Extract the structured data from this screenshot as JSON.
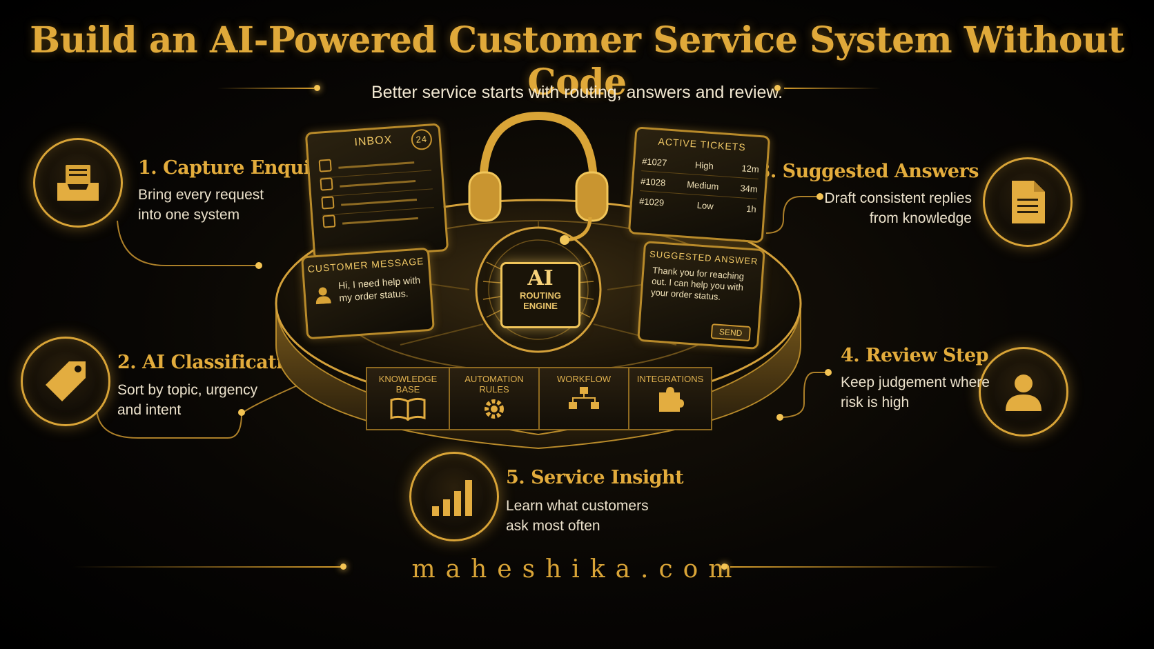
{
  "title": "Build an AI-Powered Customer Service System Without Code",
  "subtitle": "Better service starts with routing, answers and review.",
  "steps": [
    {
      "title": "1. Capture Enquiries",
      "desc_line1": "Bring every request",
      "desc_line2": "into one system",
      "icon": "inbox-tray-icon"
    },
    {
      "title": "2. AI Classification",
      "desc_line1": "Sort by topic, urgency",
      "desc_line2": "and intent",
      "icon": "tag-icon"
    },
    {
      "title": "3. Suggested Answers",
      "desc_line1": "Draft consistent replies",
      "desc_line2": "from knowledge",
      "icon": "document-icon"
    },
    {
      "title": "4. Review Step",
      "desc_line1": "Keep judgement where",
      "desc_line2": "risk is high",
      "icon": "person-icon"
    },
    {
      "title": "5. Service Insight",
      "desc_line1": "Learn what customers",
      "desc_line2": "ask most often",
      "icon": "bar-chart-icon"
    }
  ],
  "device": {
    "inbox": {
      "title": "INBOX",
      "count": "24"
    },
    "customer_message": {
      "title": "CUSTOMER MESSAGE",
      "text": "Hi, I need help with my order status."
    },
    "ai_engine": {
      "big": "AI",
      "line1": "ROUTING",
      "line2": "ENGINE"
    },
    "active_tickets": {
      "title": "ACTIVE TICKETS",
      "rows": [
        {
          "id": "#1027",
          "priority": "High",
          "time": "12m"
        },
        {
          "id": "#1028",
          "priority": "Medium",
          "time": "34m"
        },
        {
          "id": "#1029",
          "priority": "Low",
          "time": "1h"
        }
      ]
    },
    "suggested_answer": {
      "title": "SUGGESTED ANSWER",
      "text": "Thank you for reaching out. I can help you with your order status.",
      "send": "SEND"
    },
    "modules": [
      {
        "line1": "KNOWLEDGE",
        "line2": "BASE",
        "icon": "book-icon"
      },
      {
        "line1": "AUTOMATION",
        "line2": "RULES",
        "icon": "gear-icon"
      },
      {
        "line1": "WORKFLOW",
        "line2": "",
        "icon": "workflow-icon"
      },
      {
        "line1": "INTEGRATIONS",
        "line2": "",
        "icon": "puzzle-icon"
      }
    ]
  },
  "footer": "maheshika.com",
  "colors": {
    "accent": "#e0a93a",
    "background": "#000000",
    "text": "#ece2cc"
  }
}
